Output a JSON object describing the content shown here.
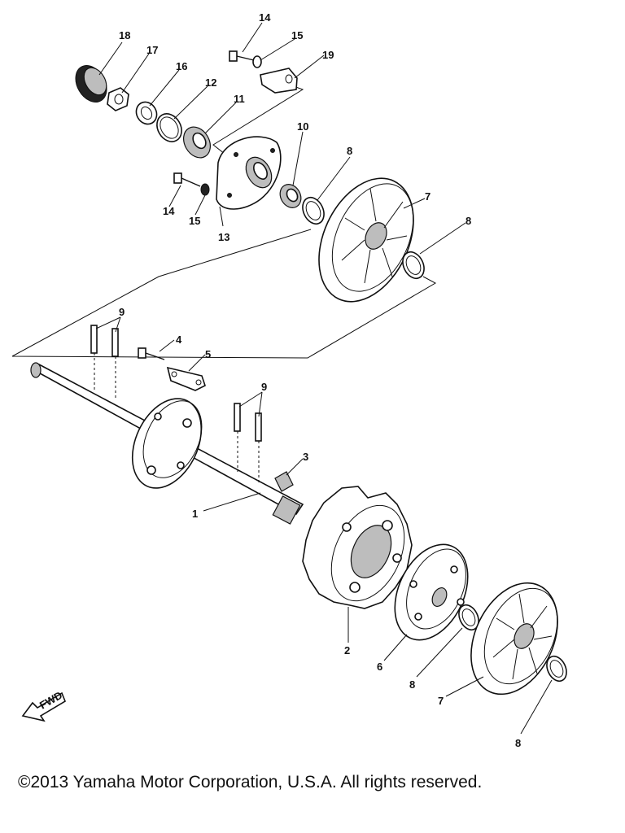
{
  "copyright": "©2013 Yamaha Motor Corporation, U.S.A. All rights reserved.",
  "fwd_label": "FWD",
  "callouts": {
    "c1": "1",
    "c2": "2",
    "c3": "3",
    "c4": "4",
    "c5": "5",
    "c6": "6",
    "c7a": "7",
    "c7b": "7",
    "c8a": "8",
    "c8b": "8",
    "c8c": "8",
    "c8d": "8",
    "c9a": "9",
    "c9b": "9",
    "c10": "10",
    "c11": "11",
    "c12": "12",
    "c13": "13",
    "c14a": "14",
    "c14b": "14",
    "c15a": "15",
    "c15b": "15",
    "c16": "16",
    "c17": "17",
    "c18": "18",
    "c19": "19"
  }
}
